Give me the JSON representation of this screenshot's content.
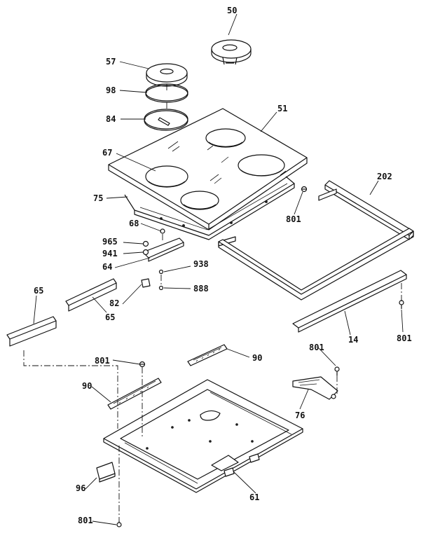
{
  "parts": [
    {
      "id": "surface-unit-top",
      "label": "50"
    },
    {
      "id": "surface-unit-cap",
      "label": "57"
    },
    {
      "id": "ring-98",
      "label": "98"
    },
    {
      "id": "ring-84",
      "label": "84"
    },
    {
      "id": "glass-cooktop",
      "label": "51"
    },
    {
      "id": "opening-67",
      "label": "67"
    },
    {
      "id": "frame-75",
      "label": "75"
    },
    {
      "id": "trim-202",
      "label": "202"
    },
    {
      "id": "screw-801-a",
      "label": "801"
    },
    {
      "id": "part-68",
      "label": "68"
    },
    {
      "id": "part-965",
      "label": "965"
    },
    {
      "id": "part-941",
      "label": "941"
    },
    {
      "id": "part-64",
      "label": "64"
    },
    {
      "id": "part-938",
      "label": "938"
    },
    {
      "id": "part-888",
      "label": "888"
    },
    {
      "id": "bracket-65-a",
      "label": "65"
    },
    {
      "id": "bracket-65-b",
      "label": "65"
    },
    {
      "id": "part-82",
      "label": "82"
    },
    {
      "id": "trim-14",
      "label": "14"
    },
    {
      "id": "screw-801-b",
      "label": "801"
    },
    {
      "id": "screw-801-c",
      "label": "801"
    },
    {
      "id": "rail-90-a",
      "label": "90"
    },
    {
      "id": "screw-801-d",
      "label": "801"
    },
    {
      "id": "rail-90-b",
      "label": "90"
    },
    {
      "id": "part-76",
      "label": "76"
    },
    {
      "id": "base-61",
      "label": "61"
    },
    {
      "id": "clip-96",
      "label": "96"
    },
    {
      "id": "screw-801-e",
      "label": "801"
    }
  ]
}
